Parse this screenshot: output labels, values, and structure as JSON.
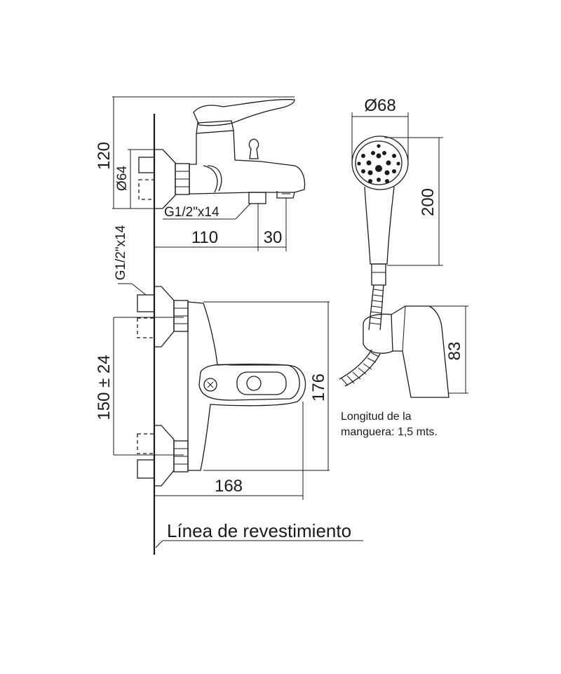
{
  "dimensions": {
    "height_top": "120",
    "diameter_escutcheon": "Ø64",
    "thread_top": "G1/2\"x14",
    "spout_reach": "110",
    "spout_tip": "30",
    "thread_side": "G1/2\"x14",
    "center_distance": "150 ± 24",
    "body_height": "176",
    "total_width": "168",
    "shower_diameter": "Ø68",
    "shower_length": "200",
    "holder_height": "83"
  },
  "notes": {
    "hose_line_1": "Longitud de la",
    "hose_line_2": "manguera: 1,5 mts."
  },
  "wall_label": "Línea de revestimiento"
}
